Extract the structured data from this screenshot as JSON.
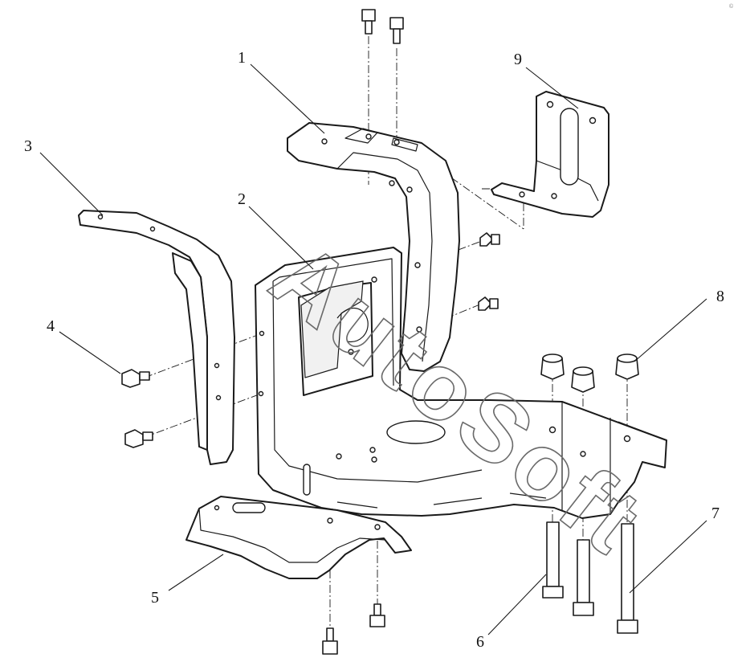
{
  "diagram": {
    "watermark_text": "AutoSoft",
    "corner_mark": "©",
    "callouts": [
      "1",
      "2",
      "3",
      "4",
      "5",
      "6",
      "7",
      "8",
      "9"
    ]
  }
}
